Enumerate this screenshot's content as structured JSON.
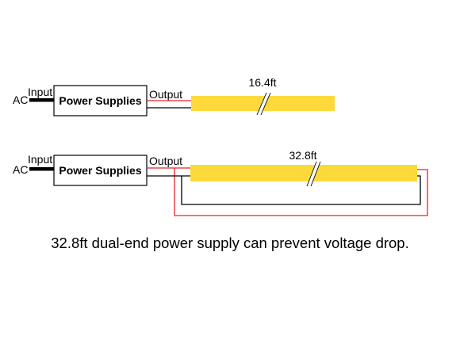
{
  "colors": {
    "strip": "#fed93a",
    "wire_positive": "#e8232a",
    "wire_negative": "#000000",
    "box_border": "#000000",
    "background": "#ffffff"
  },
  "diagrams": [
    {
      "ac_label": "AC",
      "input_label": "Input",
      "box_label": "Power Supplies",
      "output_label": "Output",
      "length_label": "16.4ft"
    },
    {
      "ac_label": "AC",
      "input_label": "Input",
      "box_label": "Power Supplies",
      "output_label": "Output",
      "length_label": "32.8ft"
    }
  ],
  "caption": "32.8ft dual-end power supply can prevent voltage drop."
}
